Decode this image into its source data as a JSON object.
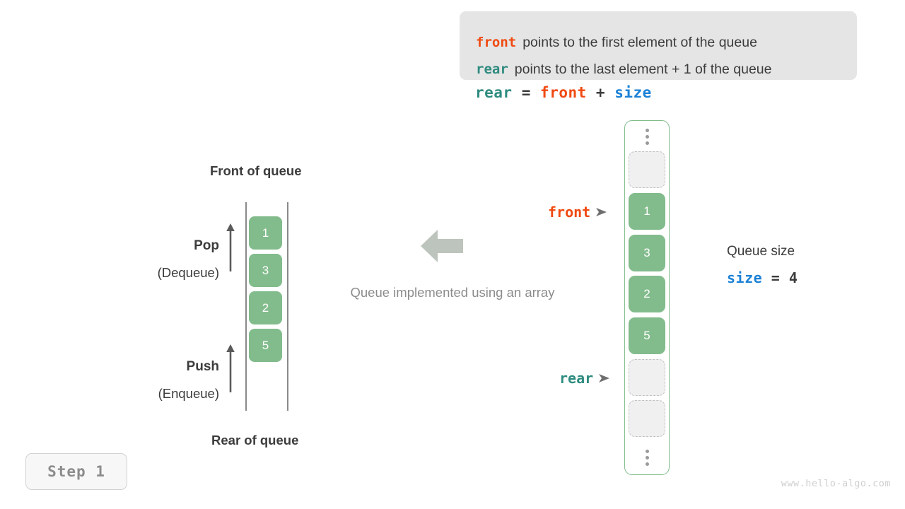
{
  "note": {
    "line1": {
      "keyword": "front",
      "keyword_color": "#f04a12",
      "text": "points to the first element of the queue"
    },
    "line2": {
      "keyword": "rear",
      "keyword_color": "#2e8b7f",
      "text": "points to the last element + 1 of the queue"
    }
  },
  "formula": {
    "lhs": "rear",
    "eq": "=",
    "rhs1": "front",
    "plus": "+",
    "rhs2": "size"
  },
  "queue_abstract": {
    "top_label": "Front of queue",
    "bottom_label": "Rear of queue",
    "pop": {
      "main": "Pop",
      "sub": "(Dequeue)",
      "arrow": "arrow-up-icon"
    },
    "push": {
      "main": "Push",
      "sub": "(Enqueue)",
      "arrow": "arrow-up-icon"
    },
    "cells": [
      "1",
      "3",
      "2",
      "5"
    ]
  },
  "center": {
    "arrow": "arrow-left-icon",
    "caption": "Queue implemented using an array"
  },
  "array": {
    "slots": [
      {
        "kind": "ellipsis",
        "value": ""
      },
      {
        "kind": "empty",
        "value": ""
      },
      {
        "kind": "filled",
        "value": "1"
      },
      {
        "kind": "filled",
        "value": "3"
      },
      {
        "kind": "filled",
        "value": "2"
      },
      {
        "kind": "filled",
        "value": "5"
      },
      {
        "kind": "empty",
        "value": ""
      },
      {
        "kind": "empty",
        "value": ""
      },
      {
        "kind": "ellipsis",
        "value": ""
      }
    ],
    "pointers": {
      "front": {
        "label": "front",
        "color": "#f04a12",
        "points_to_index": 2
      },
      "rear": {
        "label": "rear",
        "color": "#2e8b7f",
        "points_to_index": 6
      }
    }
  },
  "size_annotation": {
    "title": "Queue size",
    "variable": "size",
    "equals": "=",
    "value": "4"
  },
  "step_badge": {
    "label": "Step 1"
  },
  "watermark": {
    "text": "www.hello-algo.com"
  },
  "colors": {
    "green_fill": "#82bc8c",
    "green_border": "#82bc8c",
    "orange": "#f04a12",
    "teal": "#2e8b7f",
    "blue": "#1a81d6",
    "gray_text": "#3c3c3c",
    "gray_muted": "#8c8c8c",
    "note_bg": "#e5e5e5"
  }
}
